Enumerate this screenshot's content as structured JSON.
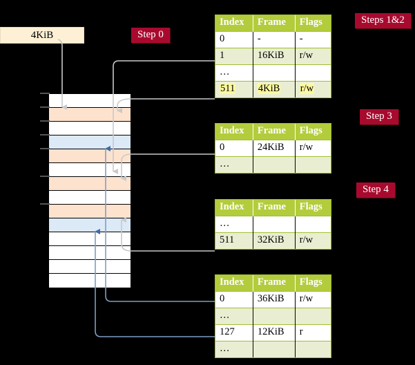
{
  "diagram": {
    "title_badges": [
      {
        "id": "step0",
        "label": "Step 0"
      },
      {
        "id": "steps12",
        "label": "Steps 1&2"
      },
      {
        "id": "step3",
        "label": "Step 3"
      },
      {
        "id": "step4",
        "label": "Step 4"
      }
    ],
    "source_box": {
      "label": "4KiB"
    },
    "colors": {
      "badge_bg": "#a80a2e",
      "badge_text": "#ffffff",
      "table_header_bg": "#b3cc3c",
      "table_alt_row_bg": "#e9eed2",
      "table_border": "#9fbf33",
      "highlight": "#fbf8a0",
      "source_box_bg": "#fdf0d5",
      "mem_orange": "#fde3ce",
      "mem_blue": "#dce9f7",
      "mem_white": "#ffffff",
      "wire_gray": "#bdbdbd",
      "wire_blue": "#7f9dc4",
      "background": "#000000"
    },
    "memory_column": {
      "name": "physical-memory",
      "rows": [
        {
          "index": 0,
          "fill": "white"
        },
        {
          "index": 1,
          "fill": "orange"
        },
        {
          "index": 2,
          "fill": "white"
        },
        {
          "index": 3,
          "fill": "blue"
        },
        {
          "index": 4,
          "fill": "orange"
        },
        {
          "index": 5,
          "fill": "white"
        },
        {
          "index": 6,
          "fill": "orange"
        },
        {
          "index": 7,
          "fill": "white"
        },
        {
          "index": 8,
          "fill": "orange"
        },
        {
          "index": 9,
          "fill": "blue"
        },
        {
          "index": 10,
          "fill": "white"
        },
        {
          "index": 11,
          "fill": "white"
        },
        {
          "index": 12,
          "fill": "white"
        },
        {
          "index": 13,
          "fill": "white"
        }
      ]
    },
    "tables": [
      {
        "id": "table-steps12",
        "headers": [
          "Index",
          "Frame",
          "Flags"
        ],
        "rows": [
          {
            "cells": [
              "0",
              "-",
              "-"
            ],
            "alt": false,
            "highlight": false
          },
          {
            "cells": [
              "1",
              "16KiB",
              "r/w"
            ],
            "alt": true,
            "highlight": false
          },
          {
            "cells": [
              "…",
              "",
              ""
            ],
            "alt": false,
            "highlight": false
          },
          {
            "cells": [
              "511",
              "4KiB",
              "r/w"
            ],
            "alt": true,
            "highlight": true
          }
        ]
      },
      {
        "id": "table-step3",
        "headers": [
          "Index",
          "Frame",
          "Flags"
        ],
        "rows": [
          {
            "cells": [
              "0",
              "24KiB",
              "r/w"
            ],
            "alt": false,
            "highlight": false
          },
          {
            "cells": [
              "…",
              "",
              ""
            ],
            "alt": true,
            "highlight": false
          }
        ]
      },
      {
        "id": "table-step4a",
        "headers": [
          "Index",
          "Frame",
          "Flags"
        ],
        "rows": [
          {
            "cells": [
              "…",
              "",
              ""
            ],
            "alt": false,
            "highlight": false
          },
          {
            "cells": [
              "511",
              "32KiB",
              "r/w"
            ],
            "alt": true,
            "highlight": false
          }
        ]
      },
      {
        "id": "table-step4b",
        "headers": [
          "Index",
          "Frame",
          "Flags"
        ],
        "rows": [
          {
            "cells": [
              "0",
              "36KiB",
              "r/w"
            ],
            "alt": false,
            "highlight": false
          },
          {
            "cells": [
              "…",
              "",
              ""
            ],
            "alt": true,
            "highlight": false
          },
          {
            "cells": [
              "127",
              "12KiB",
              "r"
            ],
            "alt": false,
            "highlight": false
          },
          {
            "cells": [
              "…",
              "",
              ""
            ],
            "alt": true,
            "highlight": false
          }
        ]
      }
    ]
  }
}
